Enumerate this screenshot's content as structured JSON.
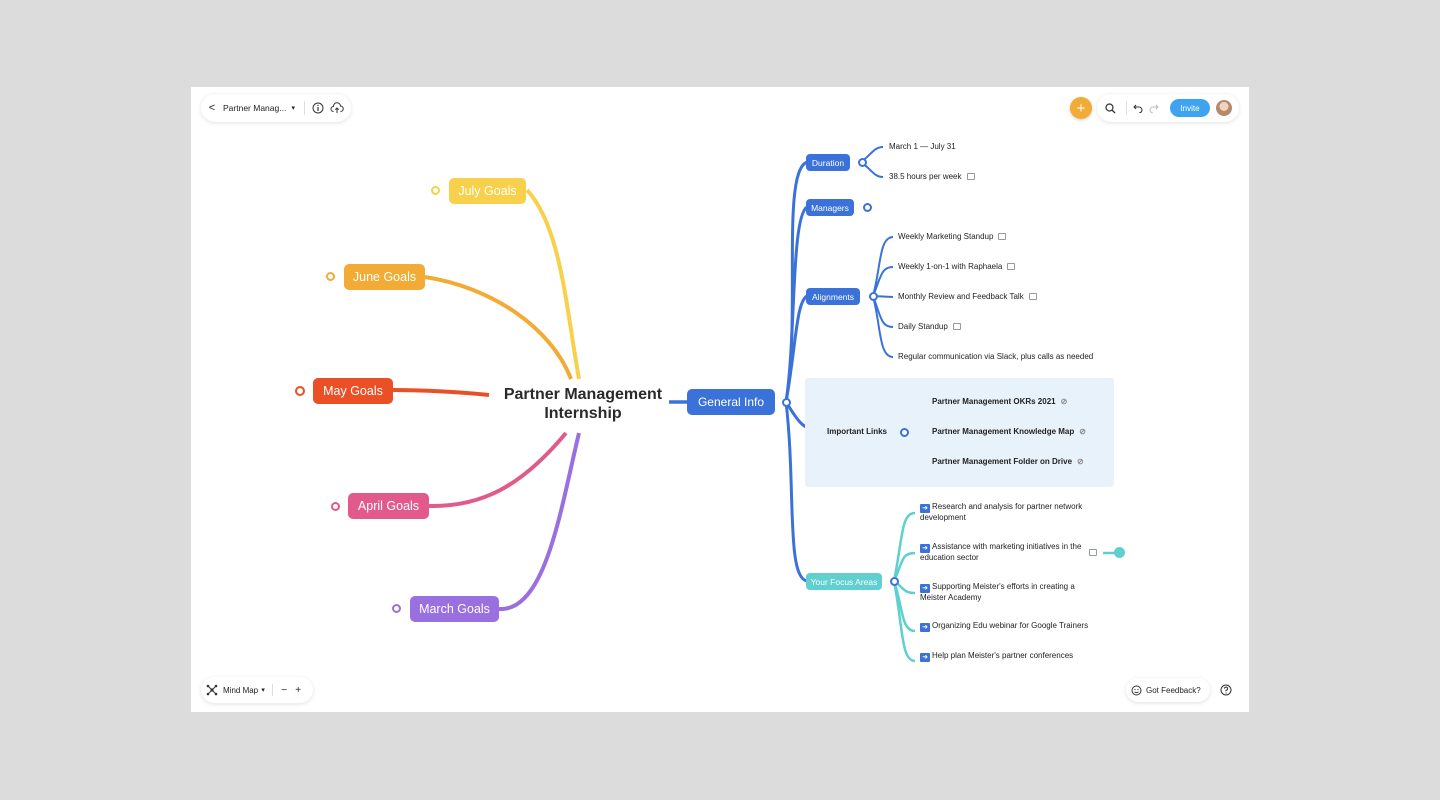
{
  "topbar": {
    "back_label": "<",
    "doc_title": "Partner Manag...",
    "invite_label": "Invite",
    "add_label": "+"
  },
  "map": {
    "central": [
      "Partner Management",
      "Internship"
    ],
    "goals": {
      "july": "July Goals",
      "june": "June Goals",
      "may": "May Goals",
      "april": "April Goals",
      "march": "March Goals"
    },
    "general_info": "General Info",
    "duration": {
      "label": "Duration",
      "items": [
        "March 1 — July 31",
        "38.5 hours per week"
      ]
    },
    "managers": "Managers",
    "alignments": {
      "label": "Alignments",
      "items": [
        "Weekly Marketing Standup",
        "Weekly 1-on-1 with Raphaela",
        "Monthly Review and Feedback Talk",
        "Daily Standup",
        "Regular communication via Slack, plus calls as needed"
      ]
    },
    "important_links": {
      "label": "Important Links",
      "items": [
        "Partner Management OKRs 2021",
        "Partner Management Knowledge Map",
        "Partner Management Folder on Drive"
      ]
    },
    "focus_areas": {
      "label": "Your Focus Areas",
      "items": [
        "Research and analysis for partner network development",
        "Assistance with marketing initiatives in the education sector",
        "Supporting Meister's efforts in creating a Meister Academy",
        "Organizing Edu webinar for Google Trainers",
        "Help plan Meister's partner conferences"
      ]
    }
  },
  "bottombar": {
    "view_label": "Mind Map",
    "zoom_out": "−",
    "zoom_in": "+",
    "feedback_label": "Got Feedback?"
  },
  "colors": {
    "july": "#f7d14c",
    "june": "#f2ab35",
    "may": "#ea4f26",
    "april": "#e15a8b",
    "march": "#9a6fe0",
    "blue": "#3b72d9",
    "teal": "#5fcfcf",
    "invite": "#3ea4ef"
  }
}
